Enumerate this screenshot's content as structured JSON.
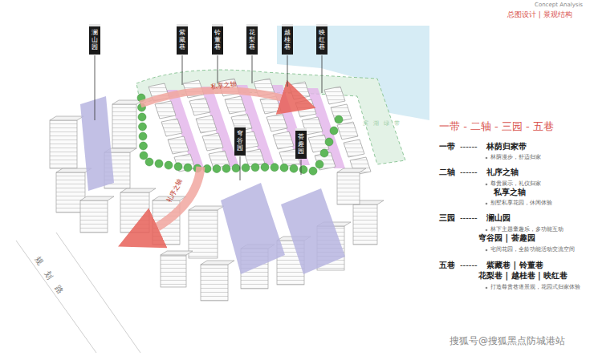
{
  "diagram": {
    "title": "总图设计 | 景观结构",
    "nodes": [
      {
        "text": [
          "澜山园"
        ]
      },
      {
        "text": [
          "紫藏巷"
        ]
      },
      {
        "text": [
          "铃董巷"
        ]
      },
      {
        "text": [
          "花梨巷"
        ]
      },
      {
        "text": [
          "越桂巷"
        ]
      },
      {
        "text": [
          "映红巷"
        ]
      },
      {
        "text": [
          "穹谷园"
        ]
      },
      {
        "text": [
          "荟趣园"
        ]
      }
    ],
    "labels": [
      "Concept Analysis",
      "私享之轴",
      "礼序之轴",
      "规划路",
      "滨湖绿带",
      "一带 - 二轴 - 三园 - 五巷",
      "一带",
      "------",
      "林荫归家带",
      "林荫漫步，舒适归家",
      "二轴",
      "------",
      "礼序之轴",
      "尊贵展示，礼仪归家",
      "私享之轴",
      "别墅私享花园，休闲体验",
      "三园",
      "------",
      "澜山园",
      "林下主题童趣乐，多功能互动",
      "穹谷园 | 荟趣园",
      "宅间花园，全龄功能活动交流空间",
      "五巷",
      "------",
      "紫藏巷 | 铃董巷",
      "花梨巷 | 越桂巷 | 映红巷",
      "打造尊贵巷道景观，花园式归家体验",
      "搜狐号@搜狐黑点防城港站"
    ]
  }
}
